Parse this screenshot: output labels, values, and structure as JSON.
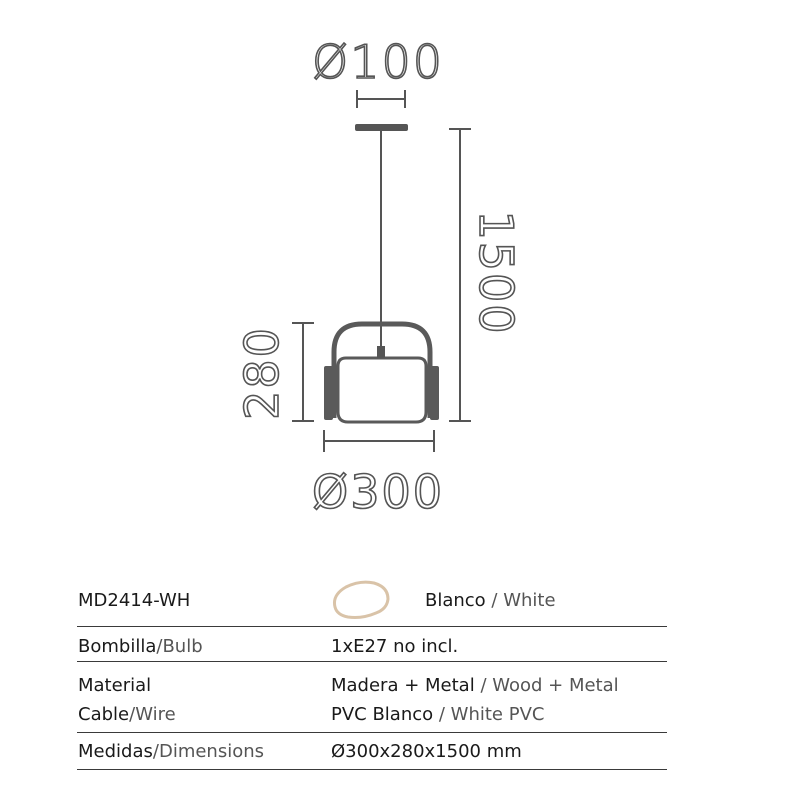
{
  "drawing": {
    "dim_top": "Ø100",
    "dim_height_total": "1500",
    "dim_height_shade": "280",
    "dim_bottom": "Ø300",
    "colors": {
      "line": "#555555",
      "shade": "#5a5a5a",
      "swatch": "#d9c3a8"
    }
  },
  "spec": {
    "row1": {
      "code": "MD2414-WH",
      "color_es": "Blanco",
      "sep": " / ",
      "color_en": "White",
      "swatch_icon": "wood-swatch-icon"
    },
    "row2": {
      "label_es": "Bombilla",
      "sep": "/",
      "label_en": "Bulb",
      "value": "1xE27 no incl."
    },
    "row3": {
      "label1": "Material",
      "value1_es": "Madera + Metal",
      "sep1": " / ",
      "value1_en": "Wood + Metal",
      "label2_es": "Cable",
      "label2_sep": "/",
      "label2_en": "Wire",
      "value2_es": "PVC Blanco",
      "sep2": " / ",
      "value2_en": "White PVC"
    },
    "row4": {
      "label_es": "Medidas",
      "sep": "/",
      "label_en": "Dimensions",
      "value": "Ø300x280x1500 mm"
    }
  }
}
